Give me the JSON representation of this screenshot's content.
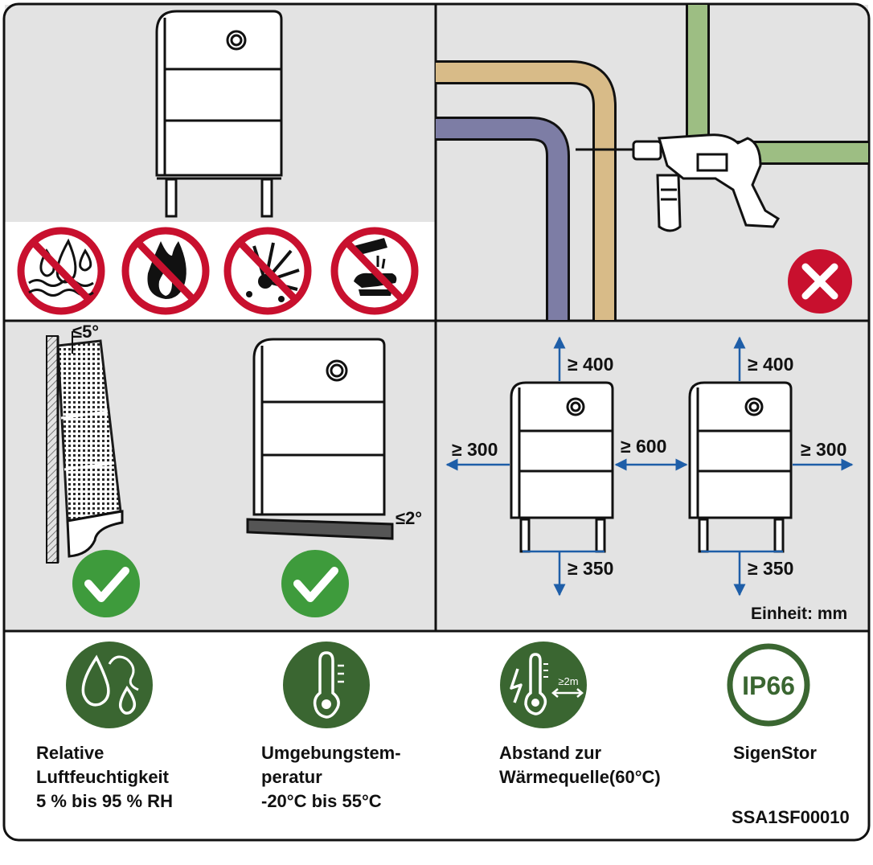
{
  "colors": {
    "panel_gray": "#e3e3e3",
    "line": "#111111",
    "forbidden_red": "#c8102e",
    "ok_green": "#3e9b3c",
    "icon_dark_green": "#3a6631",
    "pipe_tan": "#d8bb88",
    "pipe_purple": "#7d7da5",
    "pipe_green": "#9dbe83",
    "arrow_blue": "#1e5ea8",
    "error_red": "#c8102e"
  },
  "panel_tl": {
    "forbidden_icons": [
      "water-forbidden-icon",
      "fire-forbidden-icon",
      "explosion-forbidden-icon",
      "corrosive-forbidden-icon"
    ]
  },
  "panel_tr": {
    "status_icon": "cross-icon"
  },
  "panel_bl": {
    "wall_tilt": "≤5°",
    "floor_tilt": "≤2°",
    "status_icons": [
      "check-icon",
      "check-icon"
    ]
  },
  "panel_br": {
    "unit1": {
      "top": "≥ 400",
      "left": "≥ 300",
      "bottom": "≥ 350"
    },
    "between": "≥ 600",
    "unit2": {
      "top": "≥ 400",
      "right": "≥ 300",
      "bottom": "≥ 350"
    },
    "unit_label": "Einheit: mm"
  },
  "bottom": {
    "items": [
      {
        "icon": "humidity-icon",
        "lines": [
          "Relative",
          "Luftfeuchtigkeit",
          "5 % bis 95 % RH"
        ]
      },
      {
        "icon": "thermometer-icon",
        "lines": [
          "Umgebungstem-",
          "peratur",
          "-20°C bis 55°C"
        ]
      },
      {
        "icon": "heat-distance-icon",
        "icon_text": "≥2m",
        "lines": [
          "Abstand zur",
          "Wärmequelle(60°C)"
        ]
      },
      {
        "icon": "ip66-icon",
        "icon_text": "IP66",
        "lines": [
          "SigenStor"
        ]
      }
    ],
    "code": "SSA1SF00010"
  }
}
